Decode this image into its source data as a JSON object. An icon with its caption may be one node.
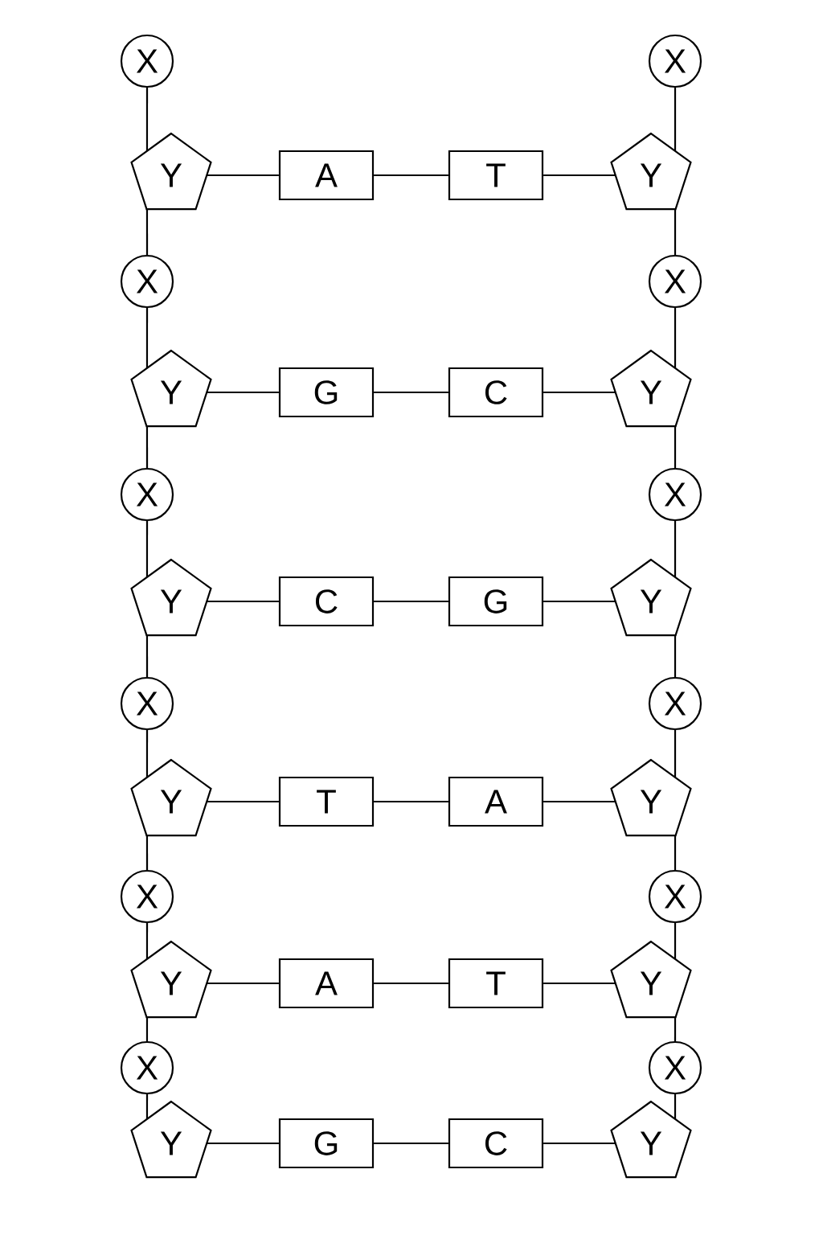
{
  "diagram": {
    "nodes": [
      {
        "text": [
          "X"
        ]
      },
      {
        "text": [
          "X"
        ]
      },
      {
        "text": [
          "Y"
        ]
      },
      {
        "text": [
          "A"
        ]
      },
      {
        "text": [
          "T"
        ]
      },
      {
        "text": [
          "Y"
        ]
      },
      {
        "text": [
          "X"
        ]
      },
      {
        "text": [
          "X"
        ]
      },
      {
        "text": [
          "Y"
        ]
      },
      {
        "text": [
          "G"
        ]
      },
      {
        "text": [
          "C"
        ]
      },
      {
        "text": [
          "Y"
        ]
      },
      {
        "text": [
          "X"
        ]
      },
      {
        "text": [
          "X"
        ]
      },
      {
        "text": [
          "Y"
        ]
      },
      {
        "text": [
          "C"
        ]
      },
      {
        "text": [
          "G"
        ]
      },
      {
        "text": [
          "Y"
        ]
      },
      {
        "text": [
          "X"
        ]
      },
      {
        "text": [
          "X"
        ]
      },
      {
        "text": [
          "Y"
        ]
      },
      {
        "text": [
          "T"
        ]
      },
      {
        "text": [
          "A"
        ]
      },
      {
        "text": [
          "Y"
        ]
      },
      {
        "text": [
          "X"
        ]
      },
      {
        "text": [
          "X"
        ]
      },
      {
        "text": [
          "Y"
        ]
      },
      {
        "text": [
          "A"
        ]
      },
      {
        "text": [
          "T"
        ]
      },
      {
        "text": [
          "Y"
        ]
      },
      {
        "text": [
          "X"
        ]
      },
      {
        "text": [
          "X"
        ]
      },
      {
        "text": [
          "Y"
        ]
      },
      {
        "text": [
          "G"
        ]
      },
      {
        "text": [
          "C"
        ]
      },
      {
        "text": [
          "Y"
        ]
      }
    ],
    "edges": [
      {
        "from": 0,
        "to": 2,
        "arrow": "none"
      },
      {
        "from": 1,
        "to": 5,
        "arrow": "none"
      },
      {
        "from": 2,
        "to": 3,
        "arrow": "none"
      },
      {
        "from": 3,
        "to": 4,
        "arrow": "none"
      },
      {
        "from": 4,
        "to": 5,
        "arrow": "none"
      },
      {
        "from": 2,
        "to": 6,
        "arrow": "none"
      },
      {
        "from": 5,
        "to": 7,
        "arrow": "none"
      },
      {
        "from": 6,
        "to": 8,
        "arrow": "none"
      },
      {
        "from": 7,
        "to": 11,
        "arrow": "none"
      },
      {
        "from": 8,
        "to": 9,
        "arrow": "none"
      },
      {
        "from": 9,
        "to": 10,
        "arrow": "none"
      },
      {
        "from": 10,
        "to": 11,
        "arrow": "none"
      },
      {
        "from": 8,
        "to": 12,
        "arrow": "none"
      },
      {
        "from": 11,
        "to": 13,
        "arrow": "none"
      },
      {
        "from": 12,
        "to": 14,
        "arrow": "none"
      },
      {
        "from": 13,
        "to": 17,
        "arrow": "none"
      },
      {
        "from": 14,
        "to": 15,
        "arrow": "none"
      },
      {
        "from": 15,
        "to": 16,
        "arrow": "none"
      },
      {
        "from": 16,
        "to": 17,
        "arrow": "none"
      },
      {
        "from": 14,
        "to": 18,
        "arrow": "none"
      },
      {
        "from": 17,
        "to": 19,
        "arrow": "none"
      },
      {
        "from": 18,
        "to": 20,
        "arrow": "none"
      },
      {
        "from": 19,
        "to": 23,
        "arrow": "none"
      },
      {
        "from": 20,
        "to": 21,
        "arrow": "none"
      },
      {
        "from": 21,
        "to": 22,
        "arrow": "none"
      },
      {
        "from": 22,
        "to": 23,
        "arrow": "none"
      },
      {
        "from": 20,
        "to": 24,
        "arrow": "none"
      },
      {
        "from": 23,
        "to": 25,
        "arrow": "none"
      },
      {
        "from": 24,
        "to": 26,
        "arrow": "none"
      },
      {
        "from": 25,
        "to": 29,
        "arrow": "none"
      },
      {
        "from": 26,
        "to": 27,
        "arrow": "none"
      },
      {
        "from": 27,
        "to": 28,
        "arrow": "none"
      },
      {
        "from": 28,
        "to": 29,
        "arrow": "none"
      },
      {
        "from": 26,
        "to": 30,
        "arrow": "none"
      },
      {
        "from": 29,
        "to": 31,
        "arrow": "none"
      },
      {
        "from": 30,
        "to": 32,
        "arrow": "none"
      },
      {
        "from": 31,
        "to": 35,
        "arrow": "none"
      },
      {
        "from": 32,
        "to": 33,
        "arrow": "none"
      },
      {
        "from": 33,
        "to": 34,
        "arrow": "none"
      },
      {
        "from": 34,
        "to": 35,
        "arrow": "none"
      }
    ]
  }
}
